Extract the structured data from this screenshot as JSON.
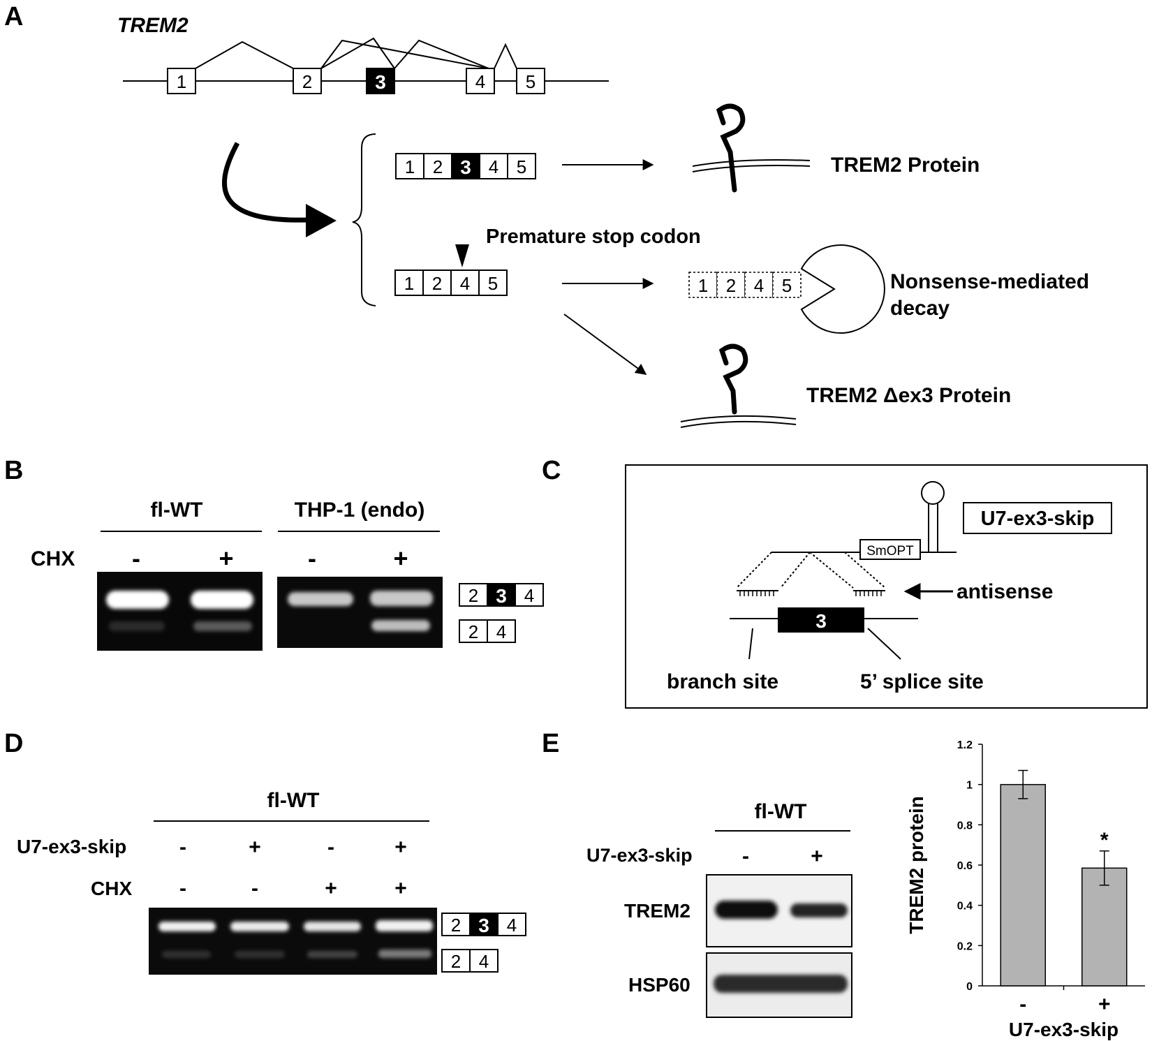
{
  "panels": {
    "a": "A",
    "b": "B",
    "c": "C",
    "d": "D",
    "e": "E"
  },
  "panel_a": {
    "gene": "TREM2",
    "exons": [
      "1",
      "2",
      "3",
      "4",
      "5"
    ],
    "full_transcript": [
      "1",
      "2",
      "3",
      "4",
      "5"
    ],
    "skipped_transcript": [
      "1",
      "2",
      "4",
      "5"
    ],
    "products": {
      "trem2_protein": "TREM2 Protein",
      "stop_codon": "Premature stop codon",
      "nmd_line1": "Nonsense-mediated",
      "nmd_line2": "decay",
      "dex3_protein": "TREM2 Δex3 Protein"
    }
  },
  "panel_b": {
    "group1": "fl-WT",
    "group2": "THP-1 (endo)",
    "row_label": "CHX",
    "lanes": [
      "-",
      "+",
      "-",
      "+"
    ],
    "band_upper": [
      "2",
      "3",
      "4"
    ],
    "band_lower": [
      "2",
      "4"
    ]
  },
  "panel_c": {
    "construct": "U7-ex3-skip",
    "smopt": "SmOPT",
    "antisense": "antisense",
    "exon": "3",
    "branch": "branch site",
    "splice": "5’ splice site"
  },
  "panel_d": {
    "group": "fl-WT",
    "row1_label": "U7-ex3-skip",
    "row1": [
      "-",
      "+",
      "-",
      "+"
    ],
    "row2_label": "CHX",
    "row2": [
      "-",
      "-",
      "+",
      "+"
    ],
    "band_upper": [
      "2",
      "3",
      "4"
    ],
    "band_lower": [
      "2",
      "4"
    ]
  },
  "panel_e": {
    "group": "fl-WT",
    "row_label": "U7-ex3-skip",
    "lanes": [
      "-",
      "+"
    ],
    "blot1": "TREM2",
    "blot2": "HSP60"
  },
  "chart_data": {
    "type": "bar",
    "categories": [
      "-",
      "+"
    ],
    "values": [
      1.0,
      0.585
    ],
    "errors": [
      0.07,
      0.085
    ],
    "annotations": [
      "",
      "*"
    ],
    "ylabel": "TREM2 protein",
    "xlabel": "U7-ex3-skip",
    "ylim": [
      0,
      1.2
    ],
    "yticks": [
      "0",
      "0.2",
      "0.4",
      "0.6",
      "0.8",
      "1",
      "1.2"
    ],
    "bar_color": "#b3b3b3"
  }
}
